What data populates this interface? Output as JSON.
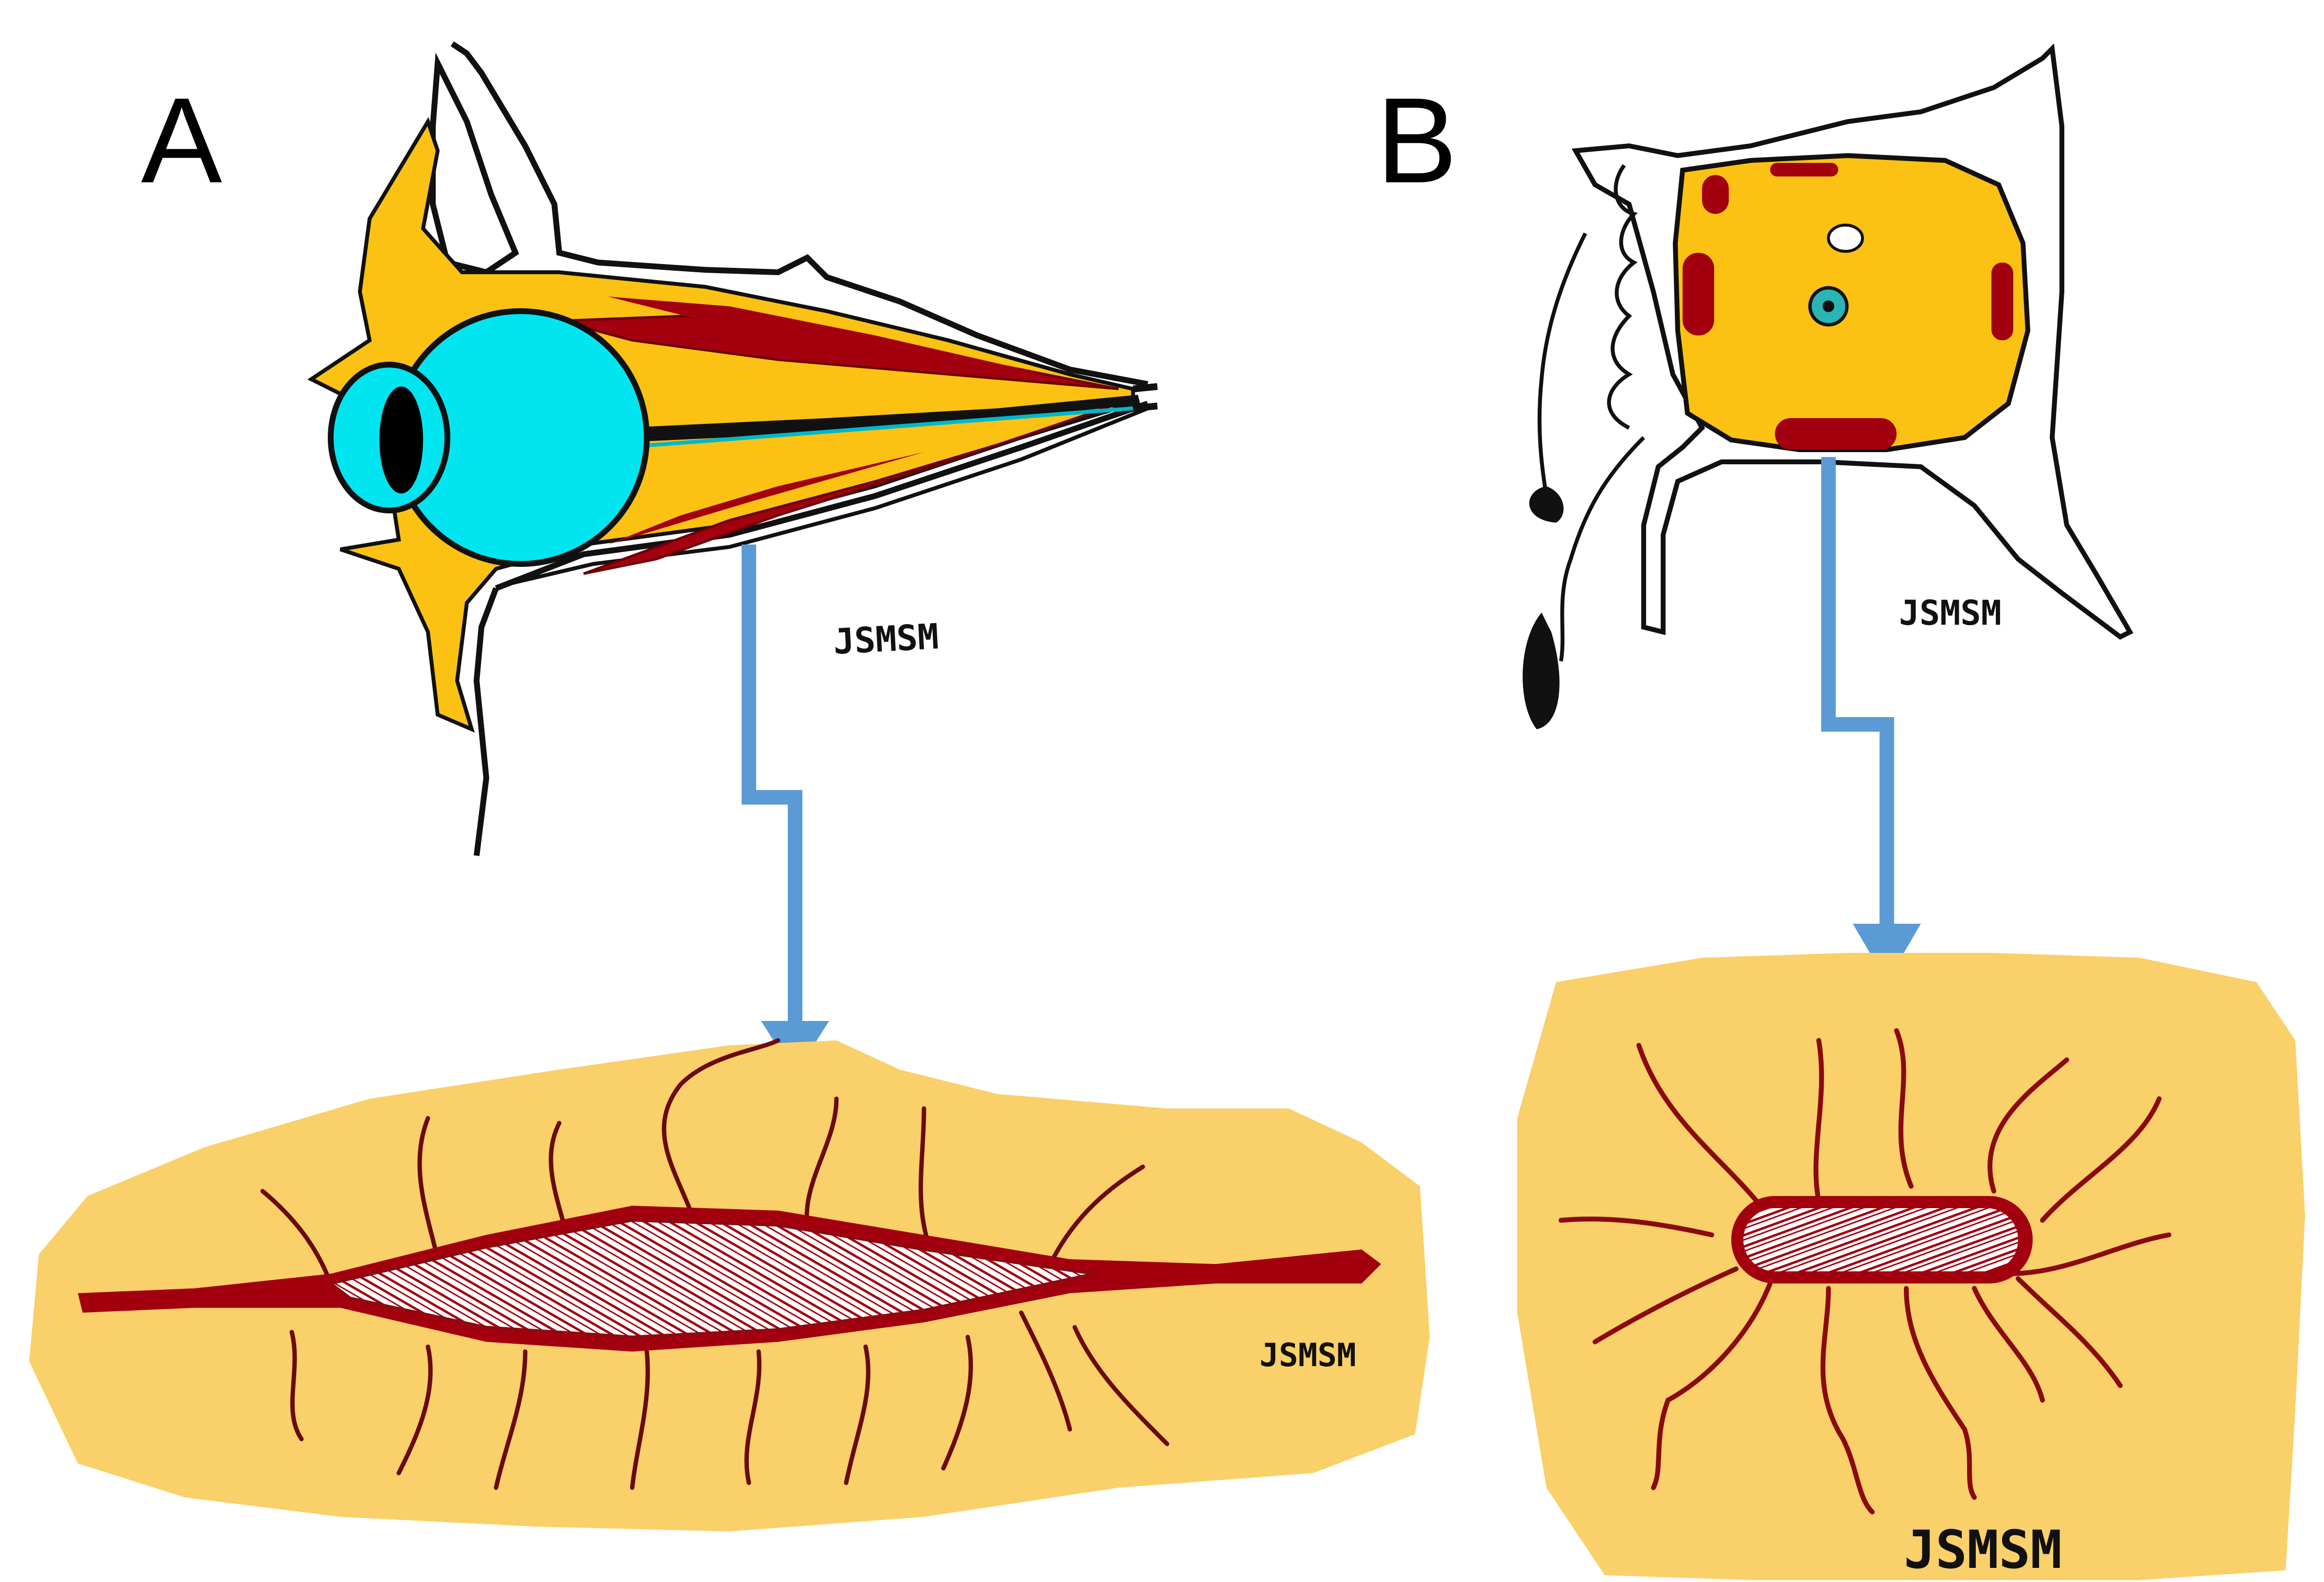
{
  "panels": [
    {
      "id": "A",
      "label": "A",
      "watermark_upper": "JSMSM",
      "watermark_lower": "JSMSM"
    },
    {
      "id": "B",
      "label": "B",
      "watermark_upper": "JSMSM",
      "watermark_lower": "JSMSM"
    }
  ],
  "colors": {
    "fat": "#FBC213",
    "fat_light": "#F9D069",
    "muscle": "#A3000F",
    "muscle_dark": "#8B0A10",
    "eyeball": "#00E5F0",
    "arrow": "#5B9BD5",
    "outline": "#111111",
    "bone": "#FFFFFF"
  },
  "icons": {
    "panel_A_upper": "orbit-lateral-section-icon",
    "panel_A_lower": "spindle-muscle-icon",
    "panel_B_upper": "orbit-coronal-section-icon",
    "panel_B_lower": "small-muscle-bundle-icon",
    "connector": "zigzag-arrow-icon"
  }
}
